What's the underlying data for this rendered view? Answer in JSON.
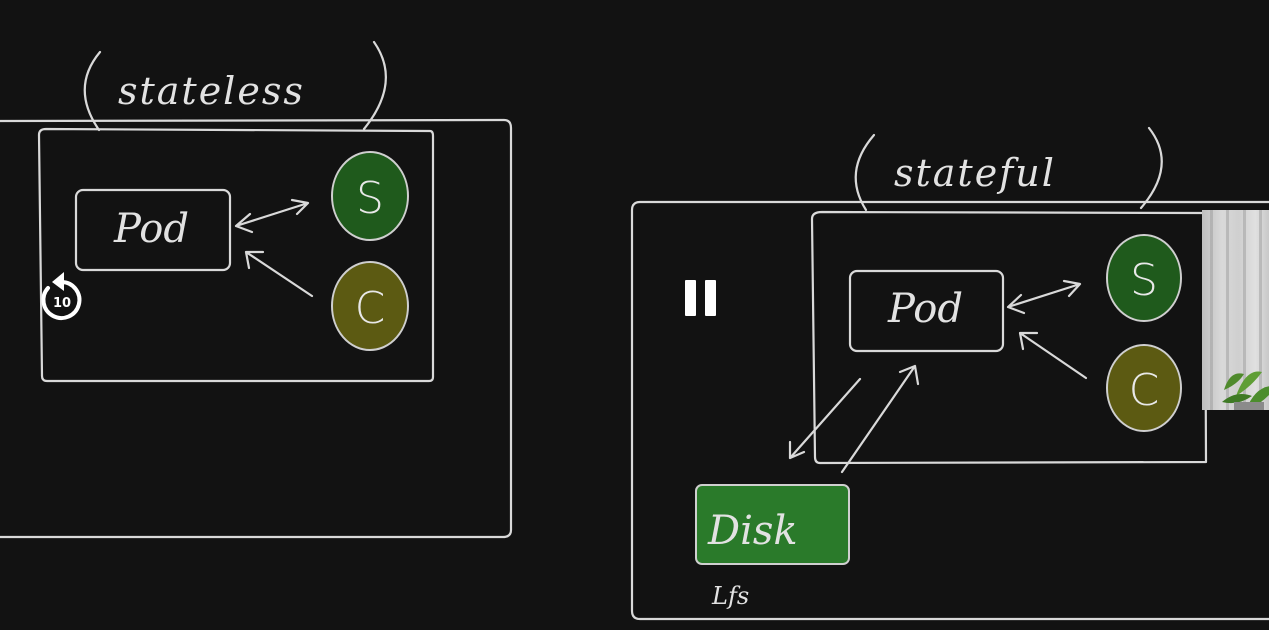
{
  "whiteboard": {
    "left_panel": {
      "annotation": "(stateless)",
      "pod_label": "Pod",
      "circle_s": "S",
      "circle_c": "C"
    },
    "right_panel": {
      "annotation": "(stateful)",
      "pod_label": "Pod",
      "circle_s": "S",
      "circle_c": "C",
      "disk_label": "Disk",
      "disk_caption": "Lfs"
    }
  },
  "player": {
    "replay_seconds": "10",
    "pause_icon": "pause-icon",
    "replay_icon": "replay-10-icon"
  },
  "colors": {
    "background": "#121212",
    "chalk": "#d9d9d9",
    "s_circle": "#1f5a1c",
    "c_circle": "#5c5a12",
    "disk": "#2a7a2a"
  }
}
